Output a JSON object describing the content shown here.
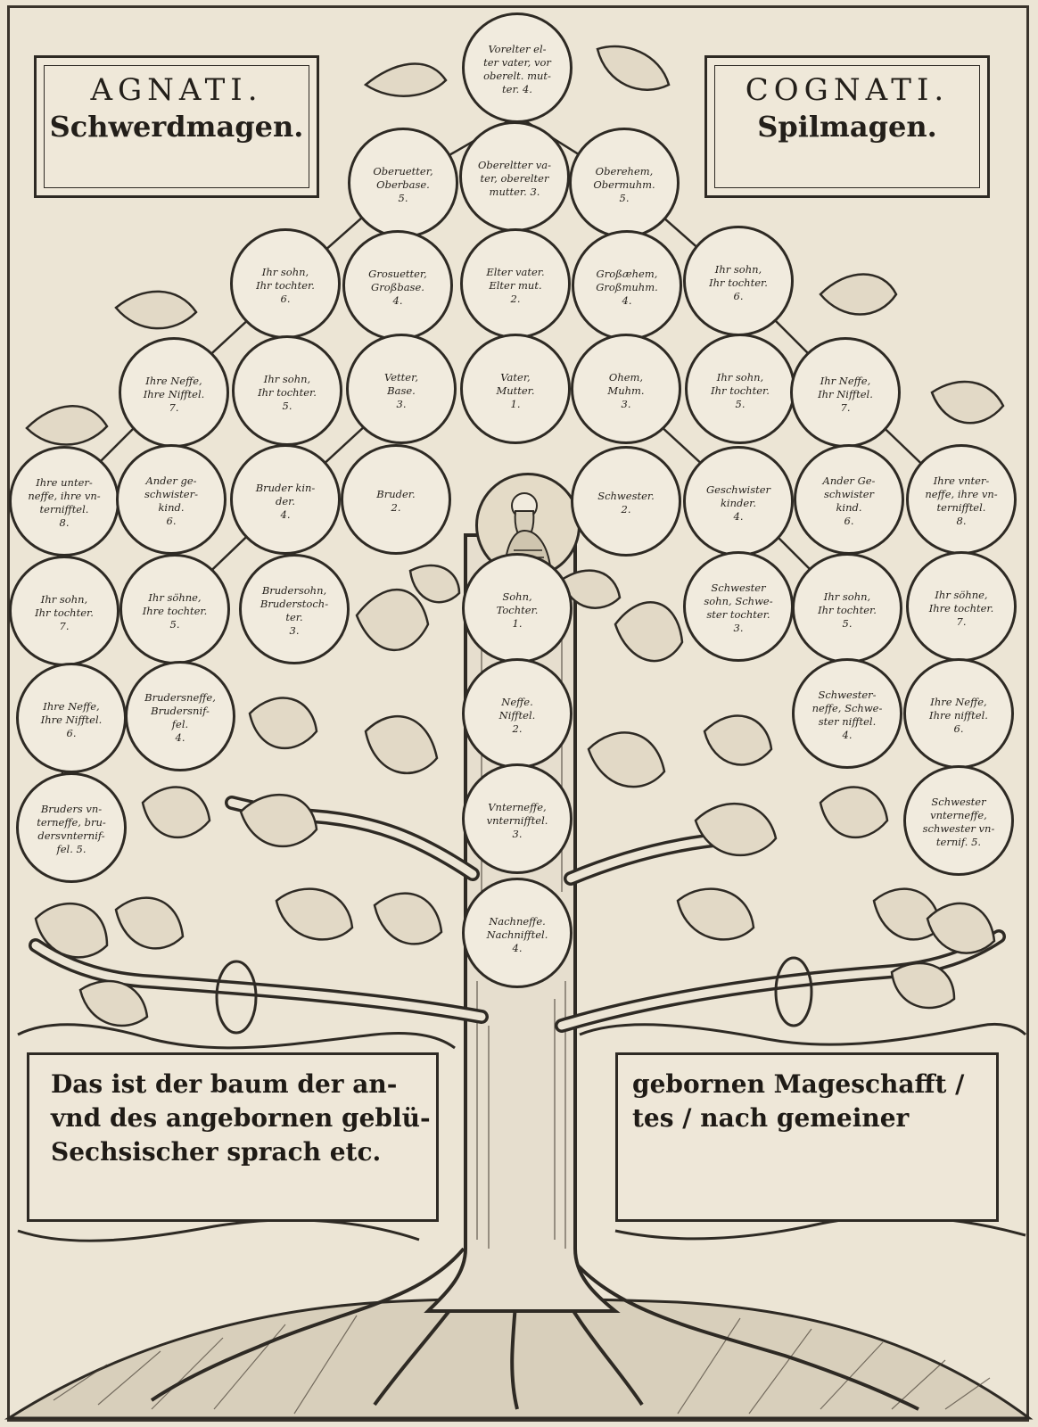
{
  "cartouches": {
    "left": {
      "title": "AGNATI.",
      "subtitle": "Schwerdmagen."
    },
    "right": {
      "title": "COGNATI.",
      "subtitle": "Spilmagen."
    }
  },
  "caption": {
    "left_lines": [
      "Das ist der baum der an-",
      "vnd des angebornen geblü-",
      "Sechsischer sprach etc."
    ],
    "right_lines": [
      "gebornen Mageschafft /",
      "tes / nach gemeiner"
    ]
  },
  "nodes": [
    {
      "id": "top",
      "text": "Vorelter el-\nter vater, vor\noberelt. mut-\nter. 4."
    },
    {
      "id": "r1-l",
      "text": "Oberuetter,\nOberbase.\n5."
    },
    {
      "id": "r1-c",
      "text": "Obereltter va-\nter, oberelter\nmutter. 3."
    },
    {
      "id": "r1-r",
      "text": "Oberehem,\nObermuhm.\n5."
    },
    {
      "id": "r2-1",
      "text": "Ihr sohn,\nIhr tochter.\n6."
    },
    {
      "id": "r2-2",
      "text": "Grosuetter,\nGroßbase.\n4."
    },
    {
      "id": "r2-3",
      "text": "Elter vater.\nElter mut.\n2."
    },
    {
      "id": "r2-4",
      "text": "Großæhem,\nGroßmuhm.\n4."
    },
    {
      "id": "r2-5",
      "text": "Ihr sohn,\nIhr tochter.\n6."
    },
    {
      "id": "r3-1",
      "text": "Ihre Neffe,\nIhre Nifftel.\n7."
    },
    {
      "id": "r3-2",
      "text": "Ihr sohn,\nIhr tochter.\n5."
    },
    {
      "id": "r3-3",
      "text": "Vetter,\nBase.\n3."
    },
    {
      "id": "r3-4",
      "text": "Vater,\nMutter.\n1."
    },
    {
      "id": "r3-5",
      "text": "Ohem,\nMuhm.\n3."
    },
    {
      "id": "r3-6",
      "text": "Ihr sohn,\nIhr tochter.\n5."
    },
    {
      "id": "r3-7",
      "text": "Ihr Neffe,\nIhr Nifftel.\n7."
    },
    {
      "id": "r4-1",
      "text": "Ihre unter-\nneffe, ihre vn-\nternifftel.\n8."
    },
    {
      "id": "r4-2",
      "text": "Ander ge-\nschwister-\nkind.\n6."
    },
    {
      "id": "r4-3",
      "text": "Bruder kin-\nder.\n4."
    },
    {
      "id": "r4-4",
      "text": "Bruder.\n2."
    },
    {
      "id": "r4-6",
      "text": "Schwester.\n2."
    },
    {
      "id": "r4-7",
      "text": "Geschwister\nkinder.\n4."
    },
    {
      "id": "r4-8",
      "text": "Ander Ge-\nschwister\nkind.\n6."
    },
    {
      "id": "r4-9",
      "text": "Ihre vnter-\nneffe, ihre vn-\nternifftel.\n8."
    },
    {
      "id": "r5-1",
      "text": "Ihr sohn,\nIhr tochter.\n7."
    },
    {
      "id": "r5-2",
      "text": "Ihr söhne,\nIhre tochter.\n5."
    },
    {
      "id": "r5-3",
      "text": "Brudersohn,\nBruderstoch-\nter.\n3."
    },
    {
      "id": "r5-5",
      "text": "Sohn,\nTochter.\n1."
    },
    {
      "id": "r5-7",
      "text": "Schwester\nsohn, Schwe-\nster tochter.\n3."
    },
    {
      "id": "r5-8",
      "text": "Ihr sohn,\nIhr tochter.\n5."
    },
    {
      "id": "r5-9",
      "text": "Ihr söhne,\nIhre tochter.\n7."
    },
    {
      "id": "r6-1",
      "text": "Ihre Neffe,\nIhre Nifftel.\n6."
    },
    {
      "id": "r6-2",
      "text": "Brudersneffe,\nBrudersnif-\nfel.\n4."
    },
    {
      "id": "r6-5",
      "text": "Neffe.\nNifftel.\n2."
    },
    {
      "id": "r6-8",
      "text": "Schwester-\nneffe, Schwe-\nster nifftel.\n4."
    },
    {
      "id": "r6-9",
      "text": "Ihre Neffe,\nIhre nifftel.\n6."
    },
    {
      "id": "r7-1",
      "text": "Bruders vn-\nterneffe, bru-\ndersvnternif-\nfel. 5."
    },
    {
      "id": "r7-5",
      "text": "Vnterneffe,\nvnternifftel.\n3."
    },
    {
      "id": "r7-9",
      "text": "Schwester\nvnterneffe,\nschwester vn-\nternif. 5."
    },
    {
      "id": "r8-5",
      "text": "Nachneffe.\nNachnifftel.\n4."
    }
  ]
}
